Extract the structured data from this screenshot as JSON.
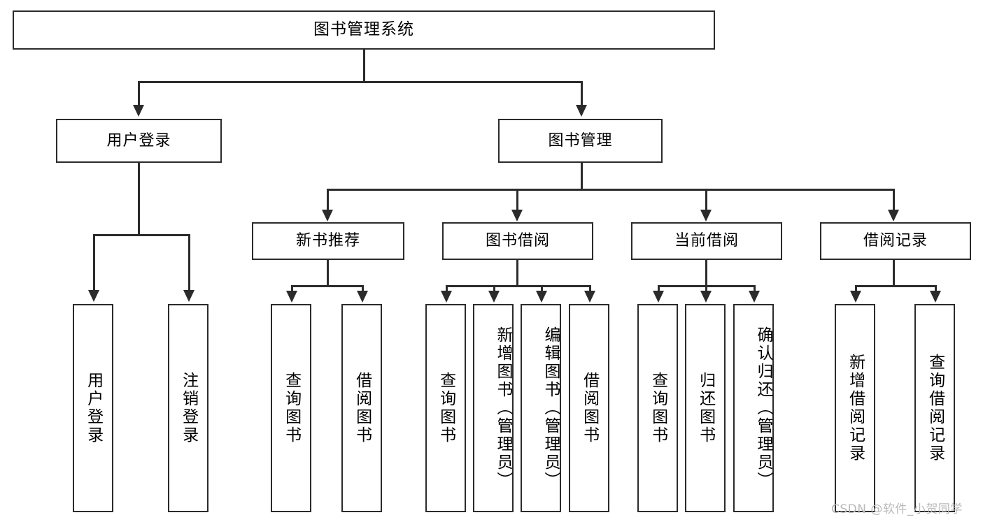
{
  "diagram": {
    "type": "tree-hierarchy",
    "title": "图书管理系统",
    "watermark": "CSDN @软件_小贺同学",
    "colors": {
      "stroke": "#2b2b2b",
      "fill": "#ffffff",
      "text": "#000000",
      "watermark": "#b9b9b9"
    },
    "nodes": {
      "root": {
        "label": "图书管理系统"
      },
      "level1": [
        {
          "label": "用户登录"
        },
        {
          "label": "图书管理"
        }
      ],
      "level2": [
        {
          "label": "新书推荐"
        },
        {
          "label": "图书借阅"
        },
        {
          "label": "当前借阅"
        },
        {
          "label": "借阅记录"
        }
      ],
      "leaves": {
        "user_login": [
          {
            "label": "用户登录"
          },
          {
            "label": "注销登录"
          }
        ],
        "new_book_recommend": [
          {
            "label": "查询图书"
          },
          {
            "label": "借阅图书"
          }
        ],
        "book_borrow": [
          {
            "label": "查询图书"
          },
          {
            "label": "新增图书（管理员）"
          },
          {
            "label": "编辑图书（管理员）"
          },
          {
            "label": "借阅图书"
          }
        ],
        "current_borrow": [
          {
            "label": "查询图书"
          },
          {
            "label": "归还图书"
          },
          {
            "label": "确认归还（管理员）"
          }
        ],
        "borrow_record": [
          {
            "label": "新增借阅记录"
          },
          {
            "label": "查询借阅记录"
          }
        ]
      }
    }
  }
}
